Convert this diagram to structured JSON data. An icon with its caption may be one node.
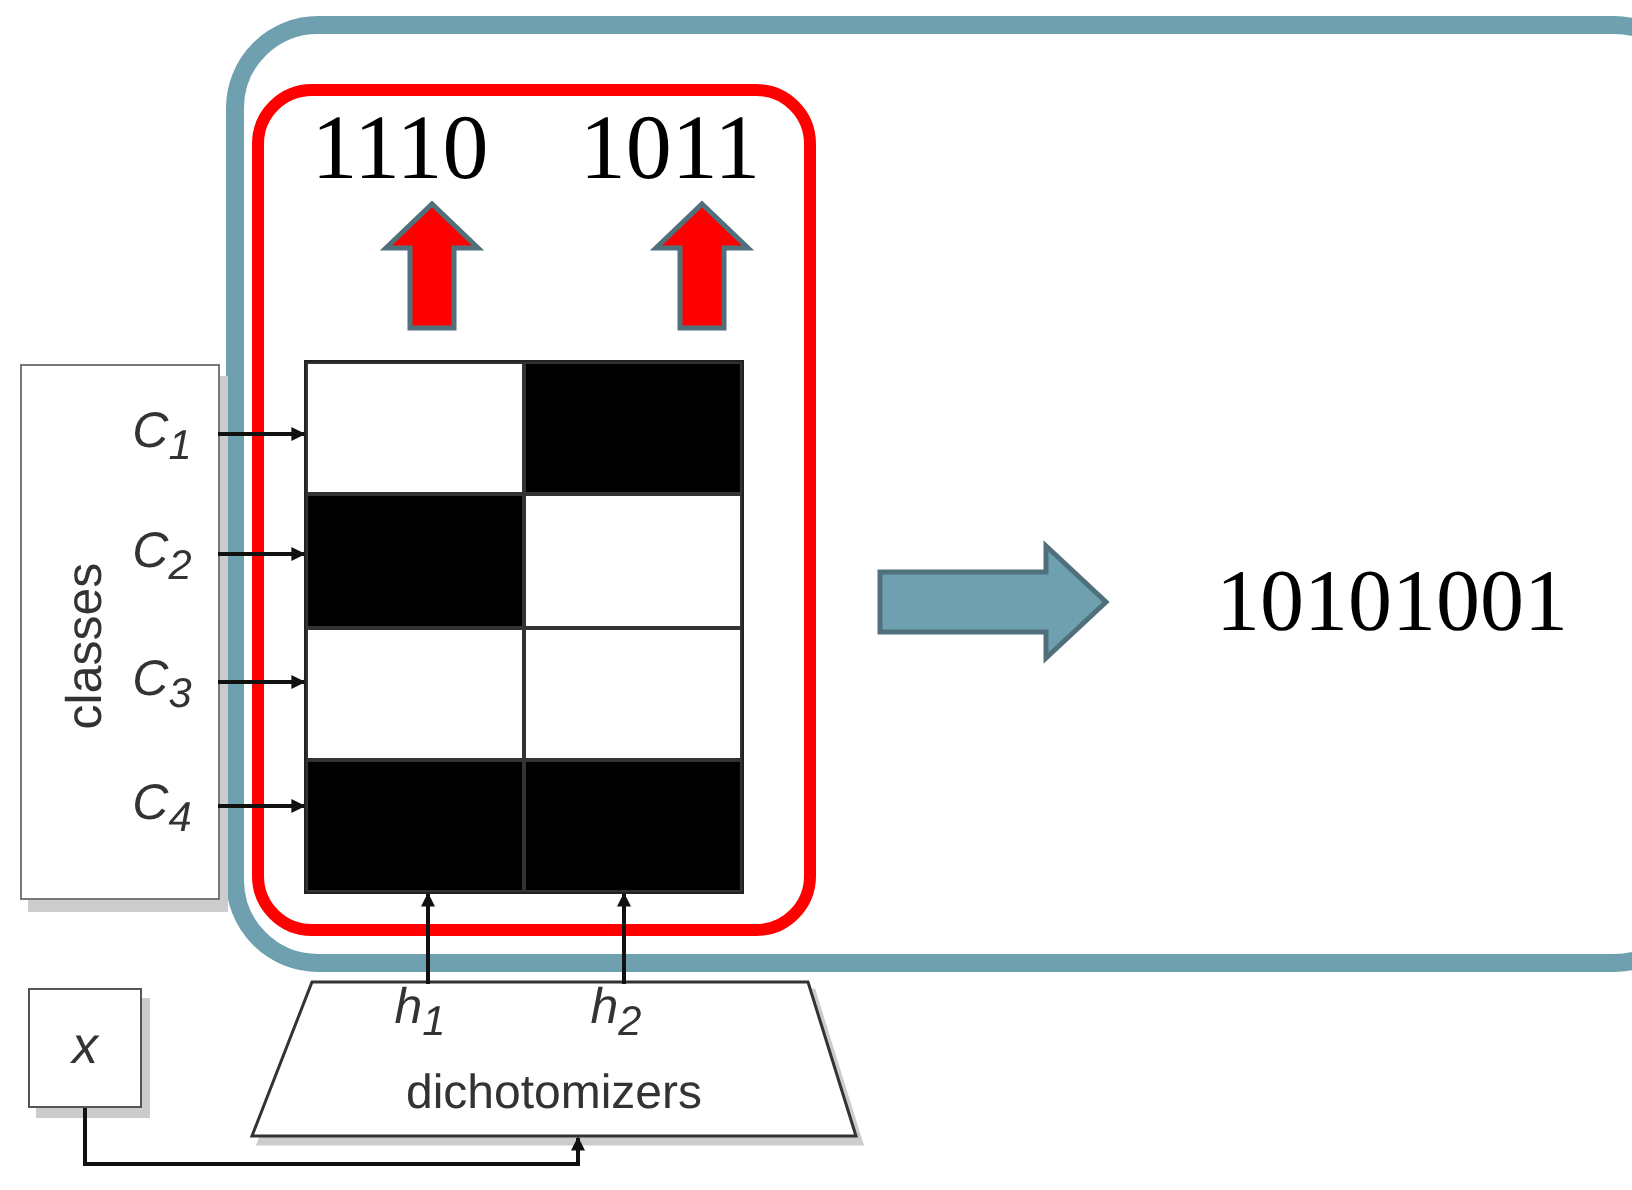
{
  "diagram": {
    "nodes": [
      {
        "text": [],
        "shape": "box"
      },
      {
        "text": [],
        "shape": "box",
        "in": 0
      },
      {
        "text": [
          "1110"
        ],
        "in": 1
      },
      {
        "text": [
          "1011"
        ],
        "in": 1
      },
      {
        "text": [],
        "shape": "box",
        "in": 1
      },
      {
        "text": [
          "10101001"
        ],
        "in": 0
      },
      {
        "text": [
          "classes"
        ]
      },
      {
        "text": [
          "C$_{1}$"
        ],
        "in": 6
      },
      {
        "text": [
          "C$_{2}$"
        ],
        "in": 6
      },
      {
        "text": [
          "C$_{3}$"
        ],
        "in": 6
      },
      {
        "text": [
          "C$_{4}$"
        ],
        "in": 6
      },
      {
        "text": [
          "dichotomizers"
        ]
      },
      {
        "text": [
          "h$_{1}$"
        ],
        "in": 11
      },
      {
        "text": [
          "h$_{2}$"
        ],
        "in": 11
      },
      {
        "text": [
          "x"
        ]
      }
    ],
    "edges": [
      {
        "from": 4,
        "to": 2,
        "arrow": "to",
        "style": "thick",
        "color": "#ff0000"
      },
      {
        "from": 4,
        "to": 3,
        "arrow": "to",
        "style": "thick",
        "color": "#ff0000"
      },
      {
        "from": 1,
        "to": 5,
        "arrow": "to",
        "style": "thick",
        "color": "#6fa0b0"
      },
      {
        "from": 7,
        "to": 4,
        "arrow": "to"
      },
      {
        "from": 8,
        "to": 4,
        "arrow": "to"
      },
      {
        "from": 9,
        "to": 4,
        "arrow": "to"
      },
      {
        "from": 10,
        "to": 4,
        "arrow": "to"
      },
      {
        "from": 12,
        "to": 4,
        "arrow": "to"
      },
      {
        "from": 13,
        "to": 4,
        "arrow": "to"
      },
      {
        "from": 14,
        "to": 11,
        "arrow": "to"
      }
    ]
  }
}
